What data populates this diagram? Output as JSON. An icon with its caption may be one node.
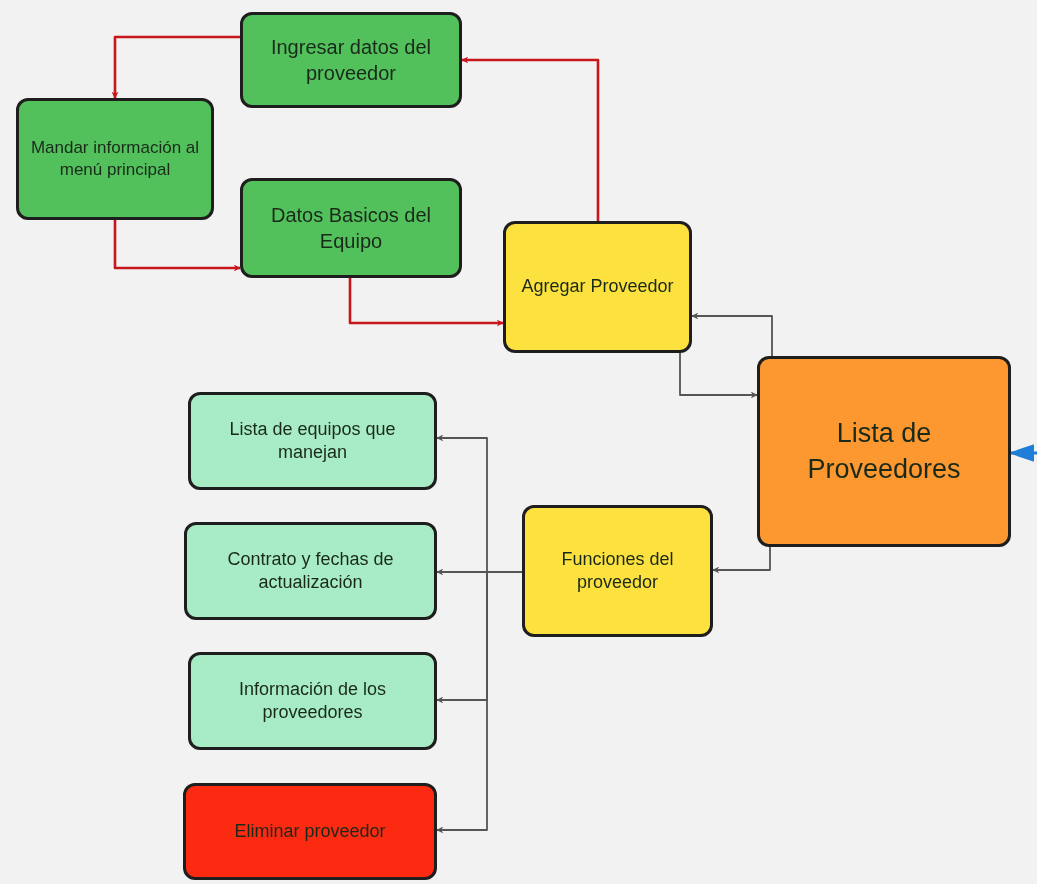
{
  "diagram": {
    "nodes": [
      {
        "text": [
          "Ingresar datos del proveedor"
        ]
      },
      {
        "text": [
          "Mandar información al menú principal"
        ]
      },
      {
        "text": [
          "Datos Basicos del Equipo"
        ]
      },
      {
        "text": [
          "Agregar Proveedor"
        ]
      },
      {
        "text": [
          "Lista de Proveedores"
        ]
      },
      {
        "text": [
          "Funciones del proveedor"
        ]
      },
      {
        "text": [
          "Lista de equipos que manejan"
        ]
      },
      {
        "text": [
          "Contrato y fechas de actualización"
        ]
      },
      {
        "text": [
          "Información de los proveedores"
        ]
      },
      {
        "text": [
          "Eliminar proveedor"
        ]
      }
    ],
    "edges": [
      {
        "from": 3,
        "to": 0,
        "arrow": "to",
        "color": "#c8161d"
      },
      {
        "from": 0,
        "to": 1,
        "arrow": "to",
        "color": "#c8161d"
      },
      {
        "from": 1,
        "to": 2,
        "arrow": "to",
        "color": "#c8161d"
      },
      {
        "from": 2,
        "to": 3,
        "arrow": "to",
        "color": "#c8161d"
      },
      {
        "from": 4,
        "to": 3,
        "arrow": "to"
      },
      {
        "from": 3,
        "to": 4,
        "arrow": "to"
      },
      {
        "from": 4,
        "to": 5,
        "arrow": "to"
      },
      {
        "from": 5,
        "to": 6,
        "arrow": "to"
      },
      {
        "from": 5,
        "to": 7,
        "arrow": "to"
      },
      {
        "from": 5,
        "to": 8,
        "arrow": "to"
      },
      {
        "from": 5,
        "to": 9,
        "arrow": "to"
      },
      {
        "from": null,
        "to": 4,
        "arrow": "to",
        "color": "#1f7fd6"
      }
    ]
  }
}
